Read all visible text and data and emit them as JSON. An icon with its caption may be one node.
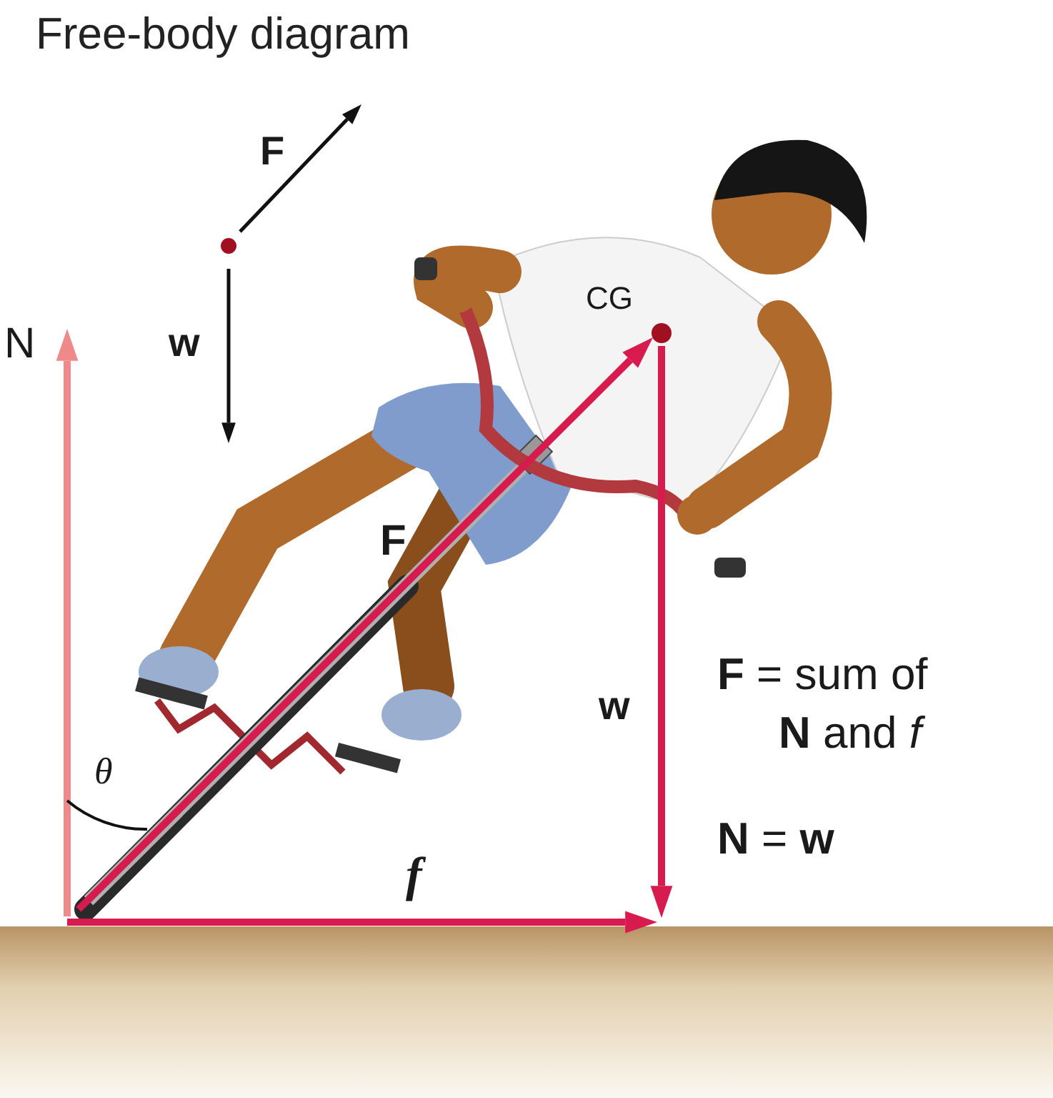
{
  "diagram": {
    "title": "Free-body diagram",
    "labels": [
      "F",
      "w",
      "N",
      "CG",
      "F",
      "θ",
      "w",
      "f",
      "**F** = sum of",
      "**N** and *f*",
      "**N** = **w**"
    ]
  }
}
